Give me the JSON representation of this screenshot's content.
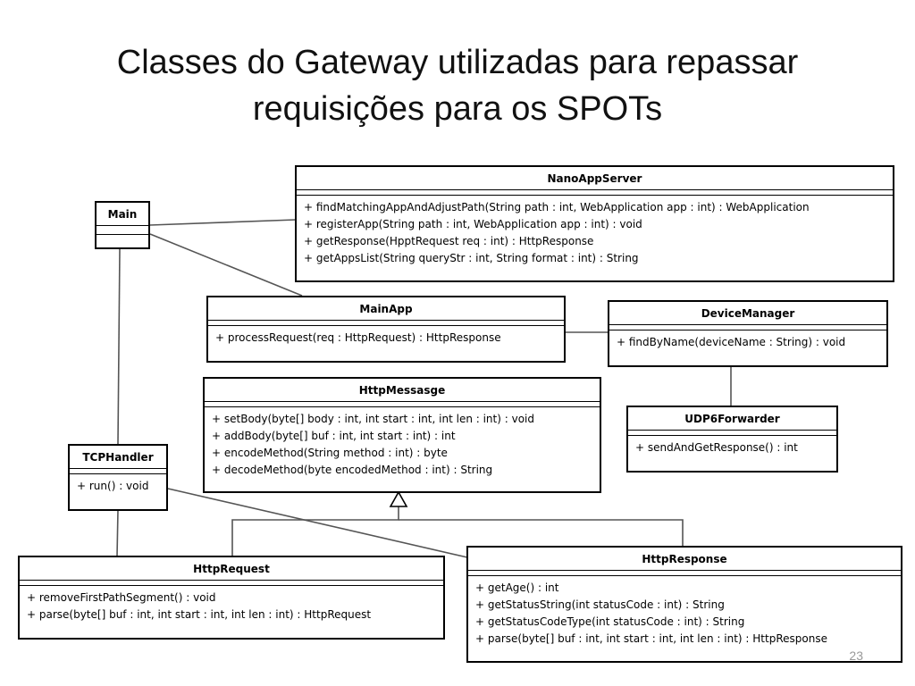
{
  "title": {
    "line1": "Classes do Gateway utilizadas para repassar",
    "line2": "requisições para os SPOTs"
  },
  "page_number": "23",
  "classes": {
    "nanoappserver": {
      "name": "NanoAppServer",
      "operations": [
        "+ findMatchingAppAndAdjustPath(String path : int, WebApplication app : int) : WebApplication",
        "+ registerApp(String path : int, WebApplication app : int) : void",
        "+ getResponse(HpptRequest req : int) : HttpResponse",
        "+ getAppsList(String queryStr : int, String format : int) : String"
      ]
    },
    "main": {
      "name": "Main",
      "operations": []
    },
    "mainapp": {
      "name": "MainApp",
      "operations": [
        "+ processRequest(req : HttpRequest) : HttpResponse"
      ]
    },
    "devicemanager": {
      "name": "DeviceManager",
      "operations": [
        "+ findByName(deviceName : String) : void"
      ]
    },
    "httpmessage": {
      "name": "HttpMessasge",
      "operations": [
        "+ setBody(byte[] body : int, int start : int, int len : int) : void",
        "+ addBody(byte[] buf : int, int start : int) : int",
        "+ encodeMethod(String method : int) : byte",
        "+ decodeMethod(byte encodedMethod : int) : String"
      ]
    },
    "udp6forwarder": {
      "name": "UDP6Forwarder",
      "operations": [
        "+ sendAndGetResponse() : int"
      ]
    },
    "tcphandler": {
      "name": "TCPHandler",
      "operations": [
        "+ run() : void"
      ]
    },
    "httprequest": {
      "name": "HttpRequest",
      "operations": [
        "+ removeFirstPathSegment() : void",
        "+ parse(byte[] buf : int, int start : int, int len : int) : HttpRequest"
      ]
    },
    "httpresponse": {
      "name": "HttpResponse",
      "operations": [
        "+ getAge() : int",
        "+ getStatusString(int statusCode : int) : String",
        "+ getStatusCodeType(int statusCode : int) : String",
        "+ parse(byte[] buf : int, int start : int, int len : int) : HttpResponse"
      ]
    }
  }
}
